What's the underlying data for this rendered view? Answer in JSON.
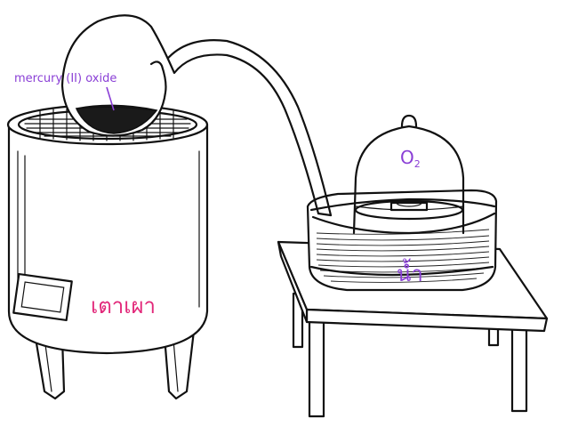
{
  "labels": {
    "mercury_oxide": "mercury (II) oxide",
    "oxygen": "O",
    "oxygen_subscript": "2",
    "furnace": "เตาเผา",
    "water": "น้ำ"
  },
  "colors": {
    "line": "#111111",
    "label_violet": "#8a3fd6",
    "label_pink": "#e2287a",
    "background": "#ffffff"
  }
}
